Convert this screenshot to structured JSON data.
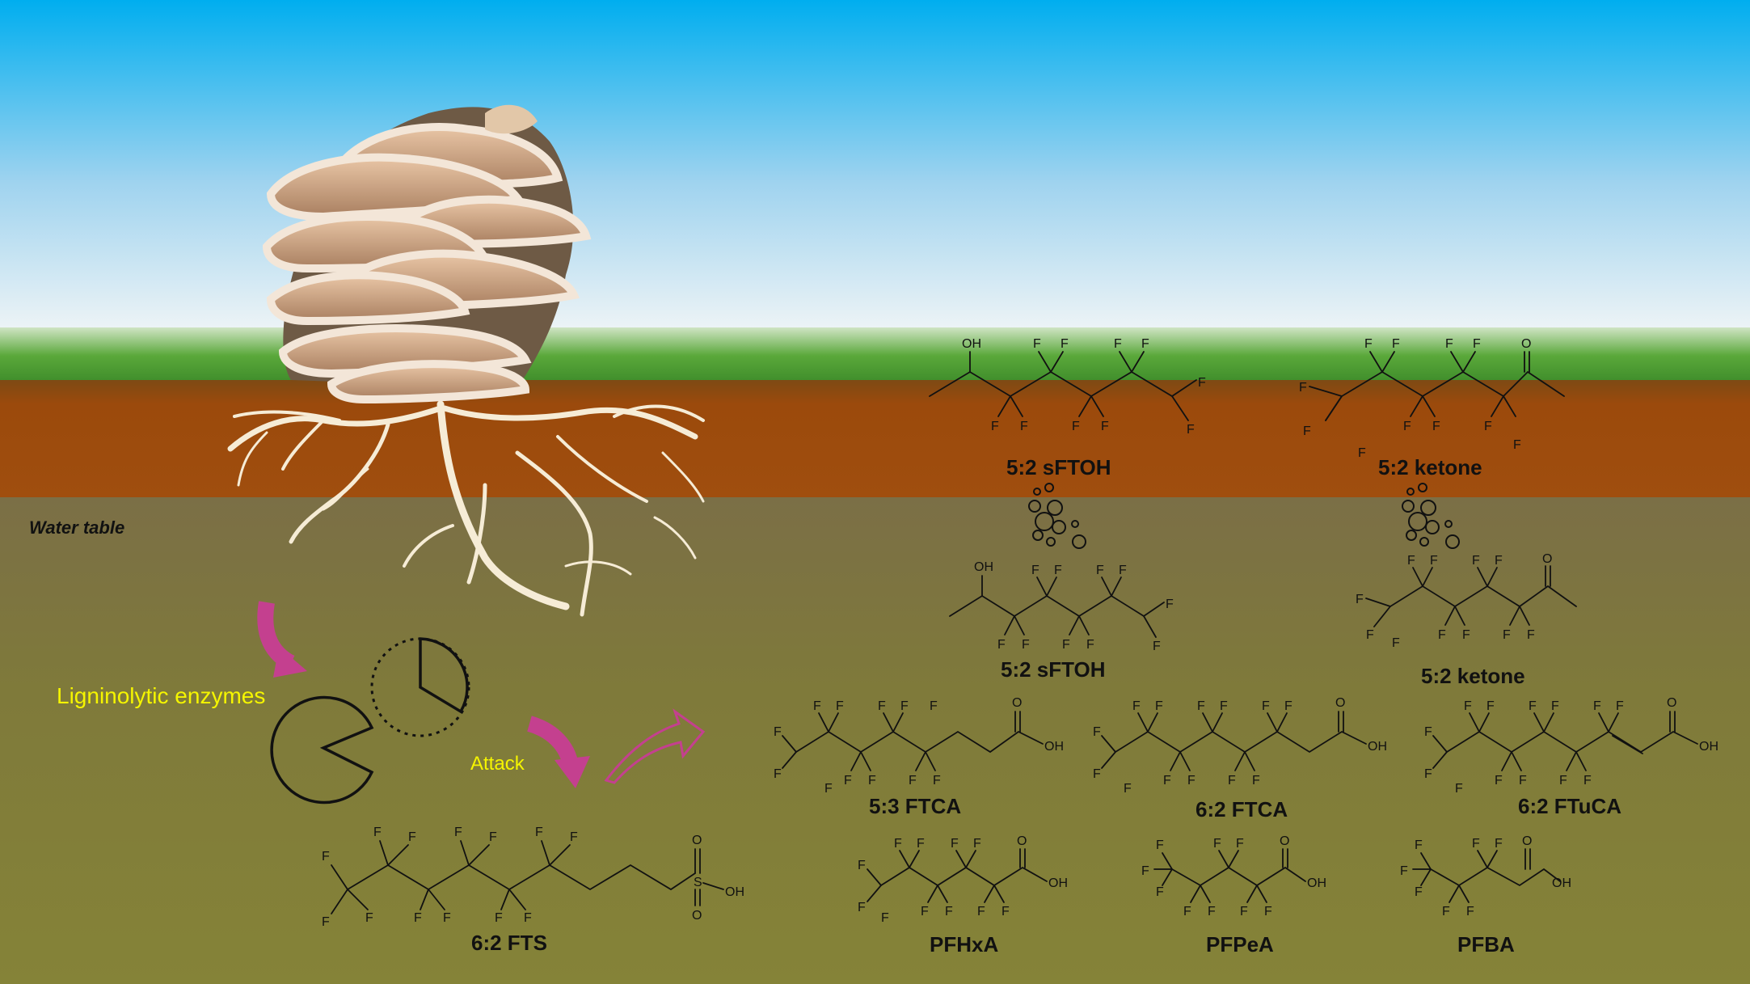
{
  "labels": {
    "water_table": "Water table",
    "enzymes": "Ligninolytic enzymes",
    "attack": "Attack"
  },
  "compounds": {
    "sftoh_top": "5:2 sFTOH",
    "ketone_top": "5:2 ketone",
    "sftoh_bottom": "5:2 sFTOH",
    "ketone_bottom": "5:2 ketone",
    "ftca53": "5:3 FTCA",
    "ftca62": "6:2 FTCA",
    "ftuca62": "6:2 FTuCA",
    "pfhxa": "PFHxA",
    "pfpea": "PFPeA",
    "pfba": "PFBA",
    "fts62": "6:2 FTS"
  },
  "atoms": {
    "F": "F",
    "O": "O",
    "OH": "OH",
    "S": "S"
  },
  "colors": {
    "sky_top": "#00aeef",
    "sky_light": "#e8f2f8",
    "grass": "#4c9e2c",
    "topsoil": "#9b4a0c",
    "groundwater": "#7f7a3a",
    "arrow_magenta": "#c4408f",
    "label_yellow": "#f5f500",
    "root_cream": "#f6ecd6",
    "mushroom_cap": "#d9a57e"
  },
  "icons": {
    "mushroom": "bracket-fungus-illustration",
    "roots": "mycelium-roots",
    "bubbles": "volatilization-bubbles",
    "enzymes": "pac-man-enzyme-shapes"
  }
}
